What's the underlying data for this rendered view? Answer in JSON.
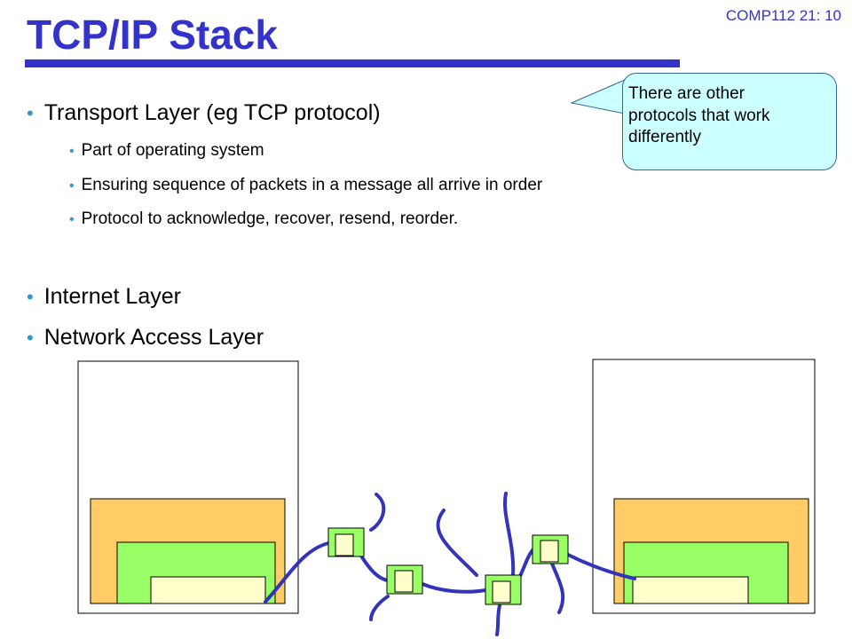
{
  "header": {
    "course_code": "COMP112 21: 10",
    "title": "TCP/IP Stack"
  },
  "bullets": [
    {
      "text": "Transport Layer (eg TCP protocol)",
      "level": 1
    },
    {
      "text": "Part of operating system",
      "level": 2
    },
    {
      "text": "Ensuring sequence of packets in a message all arrive in order",
      "level": 2
    },
    {
      "text": "Protocol to acknowledge, recover, resend, reorder.",
      "level": 2
    },
    {
      "text": "Internet Layer",
      "level": 1
    },
    {
      "text": "Network Access Layer",
      "level": 1
    }
  ],
  "callout": {
    "lines": [
      "There are other",
      "protocols that work",
      "differently"
    ]
  },
  "colors": {
    "accent": "#3333cc",
    "bullet": "#3399cc",
    "transport_layer": "#ffcc66",
    "internet_layer": "#99ff66",
    "network_access_layer": "#ffffcc",
    "link": "#3333bb",
    "callout_fill": "#ccffff"
  }
}
